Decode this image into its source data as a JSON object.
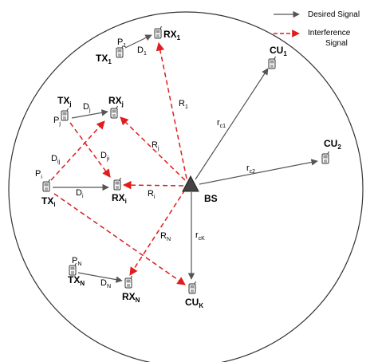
{
  "legend": {
    "desired": "Desired Signal",
    "interference_line1": "Interference",
    "interference_line2": "Signal",
    "desired_color": "#555555",
    "interference_color": "#e31b1b"
  },
  "base_station": {
    "label": "BS"
  },
  "nodes": {
    "tx1": {
      "main": "TX",
      "sub": "1"
    },
    "rx1": {
      "main": "RX",
      "sub": "1"
    },
    "txj": {
      "main": "TX",
      "sub": "j"
    },
    "rxj": {
      "main": "RX",
      "sub": "j"
    },
    "txi": {
      "main": "TX",
      "sub": "i"
    },
    "rxi": {
      "main": "RX",
      "sub": "i"
    },
    "txn": {
      "main": "TX",
      "sub": "N"
    },
    "rxn": {
      "main": "RX",
      "sub": "N"
    },
    "cu1": {
      "main": "CU",
      "sub": "1"
    },
    "cu2": {
      "main": "CU",
      "sub": "2"
    },
    "cuk": {
      "main": "CU",
      "sub": "K"
    }
  },
  "power_labels": {
    "p1": {
      "main": "P",
      "sub": "1"
    },
    "pj": {
      "main": "P",
      "sub": "j"
    },
    "pi": {
      "main": "P",
      "sub": "i"
    },
    "pn": {
      "main": "P",
      "sub": "N"
    }
  },
  "link_labels": {
    "d1": {
      "main": "D",
      "sub": "1"
    },
    "dj": {
      "main": "D",
      "sub": "j"
    },
    "dij": {
      "main": "D",
      "sub": "ij"
    },
    "dji": {
      "main": "D",
      "sub": "ji"
    },
    "di": {
      "main": "D",
      "sub": "i"
    },
    "dn": {
      "main": "D",
      "sub": "N"
    },
    "r1": {
      "main": "R",
      "sub": "1"
    },
    "rj": {
      "main": "R",
      "sub": "j"
    },
    "ri": {
      "main": "R",
      "sub": "i"
    },
    "rn": {
      "main": "R",
      "sub": "N"
    },
    "rc1": {
      "main": "r",
      "sub": "c1"
    },
    "rc2": {
      "main": "r",
      "sub": "c2"
    },
    "rck": {
      "main": "r",
      "sub": "cK"
    }
  },
  "icons": {
    "device": "phone-icon",
    "base_station": "triangle-icon"
  }
}
